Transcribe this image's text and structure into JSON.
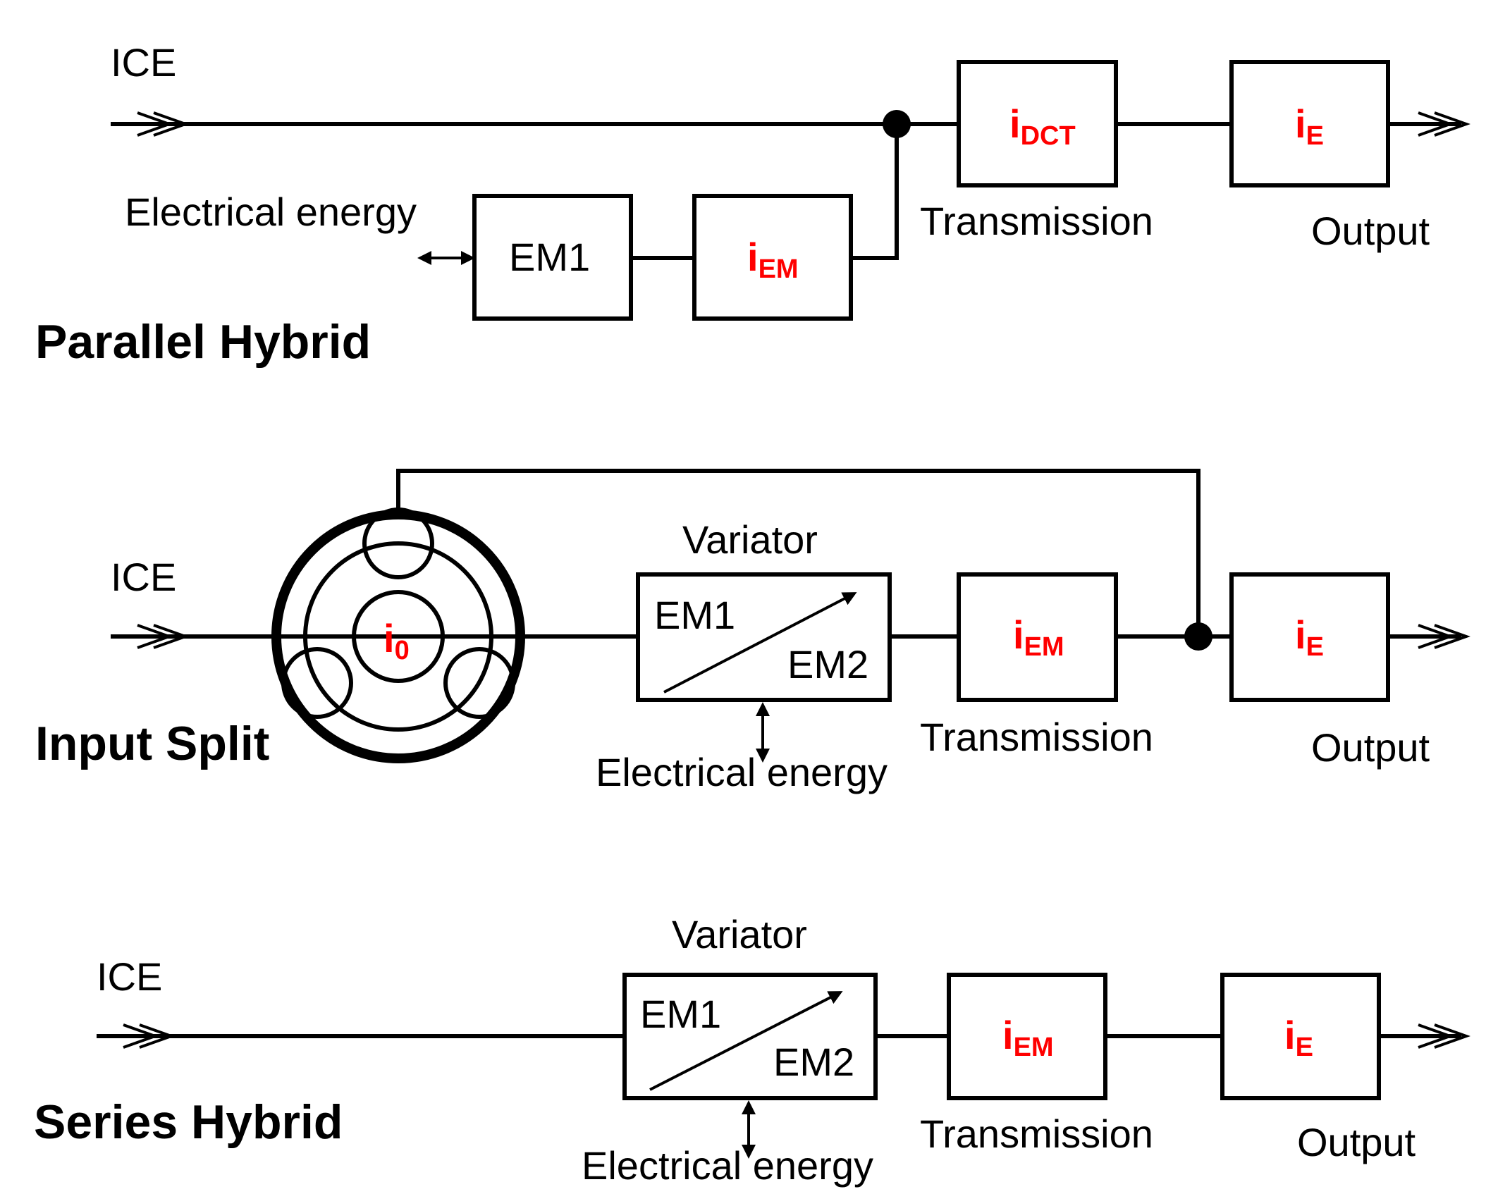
{
  "parallel": {
    "title": "Parallel Hybrid",
    "ice": "ICE",
    "electrical": "Electrical energy",
    "em1": "EM1",
    "gear_em": {
      "main": "i",
      "sub": "EM"
    },
    "gear_dct": {
      "main": "i",
      "sub": "DCT"
    },
    "gear_e": {
      "main": "i",
      "sub": "E"
    },
    "transmission": "Transmission",
    "output": "Output"
  },
  "input_split": {
    "title": "Input Split",
    "ice": "ICE",
    "planetary": {
      "main": "i",
      "sub": "0"
    },
    "variator": "Variator",
    "em1": "EM1",
    "em2": "EM2",
    "electrical": "Electrical energy",
    "gear_em": {
      "main": "i",
      "sub": "EM"
    },
    "gear_e": {
      "main": "i",
      "sub": "E"
    },
    "transmission": "Transmission",
    "output": "Output"
  },
  "series": {
    "title": "Series Hybrid",
    "ice": "ICE",
    "variator": "Variator",
    "em1": "EM1",
    "em2": "EM2",
    "electrical": "Electrical energy",
    "gear_em": {
      "main": "i",
      "sub": "EM"
    },
    "gear_e": {
      "main": "i",
      "sub": "E"
    },
    "transmission": "Transmission",
    "output": "Output"
  }
}
